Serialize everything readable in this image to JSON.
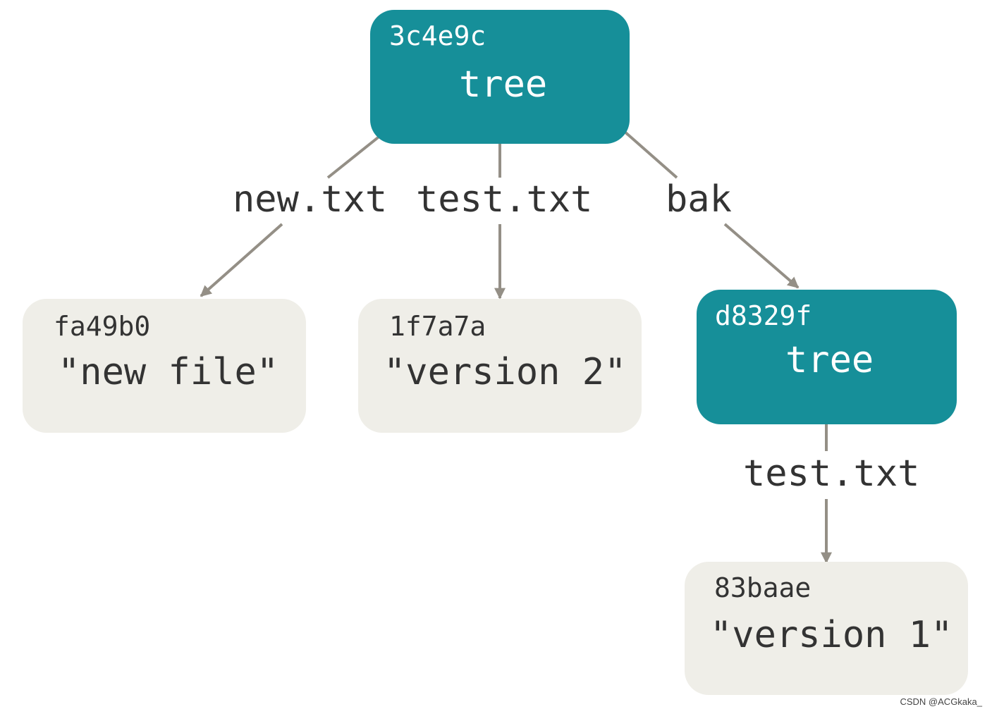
{
  "colors": {
    "tree_fill": "#168f99",
    "blob_fill": "#efeee8",
    "edge": "#948f86",
    "label_text": "#333333"
  },
  "nodes": {
    "root_tree": {
      "hash": "3c4e9c",
      "content": "tree"
    },
    "blob_new_file": {
      "hash": "fa49b0",
      "content": "\"new file\""
    },
    "blob_version2": {
      "hash": "1f7a7a",
      "content": "\"version 2\""
    },
    "bak_tree": {
      "hash": "d8329f",
      "content": "tree"
    },
    "blob_version1": {
      "hash": "83baae",
      "content": "\"version 1\""
    }
  },
  "edges": {
    "new_txt": "new.txt",
    "test_txt": "test.txt",
    "bak": "bak",
    "bak_test_txt": "test.txt"
  },
  "watermark": "CSDN @ACGkaka_"
}
